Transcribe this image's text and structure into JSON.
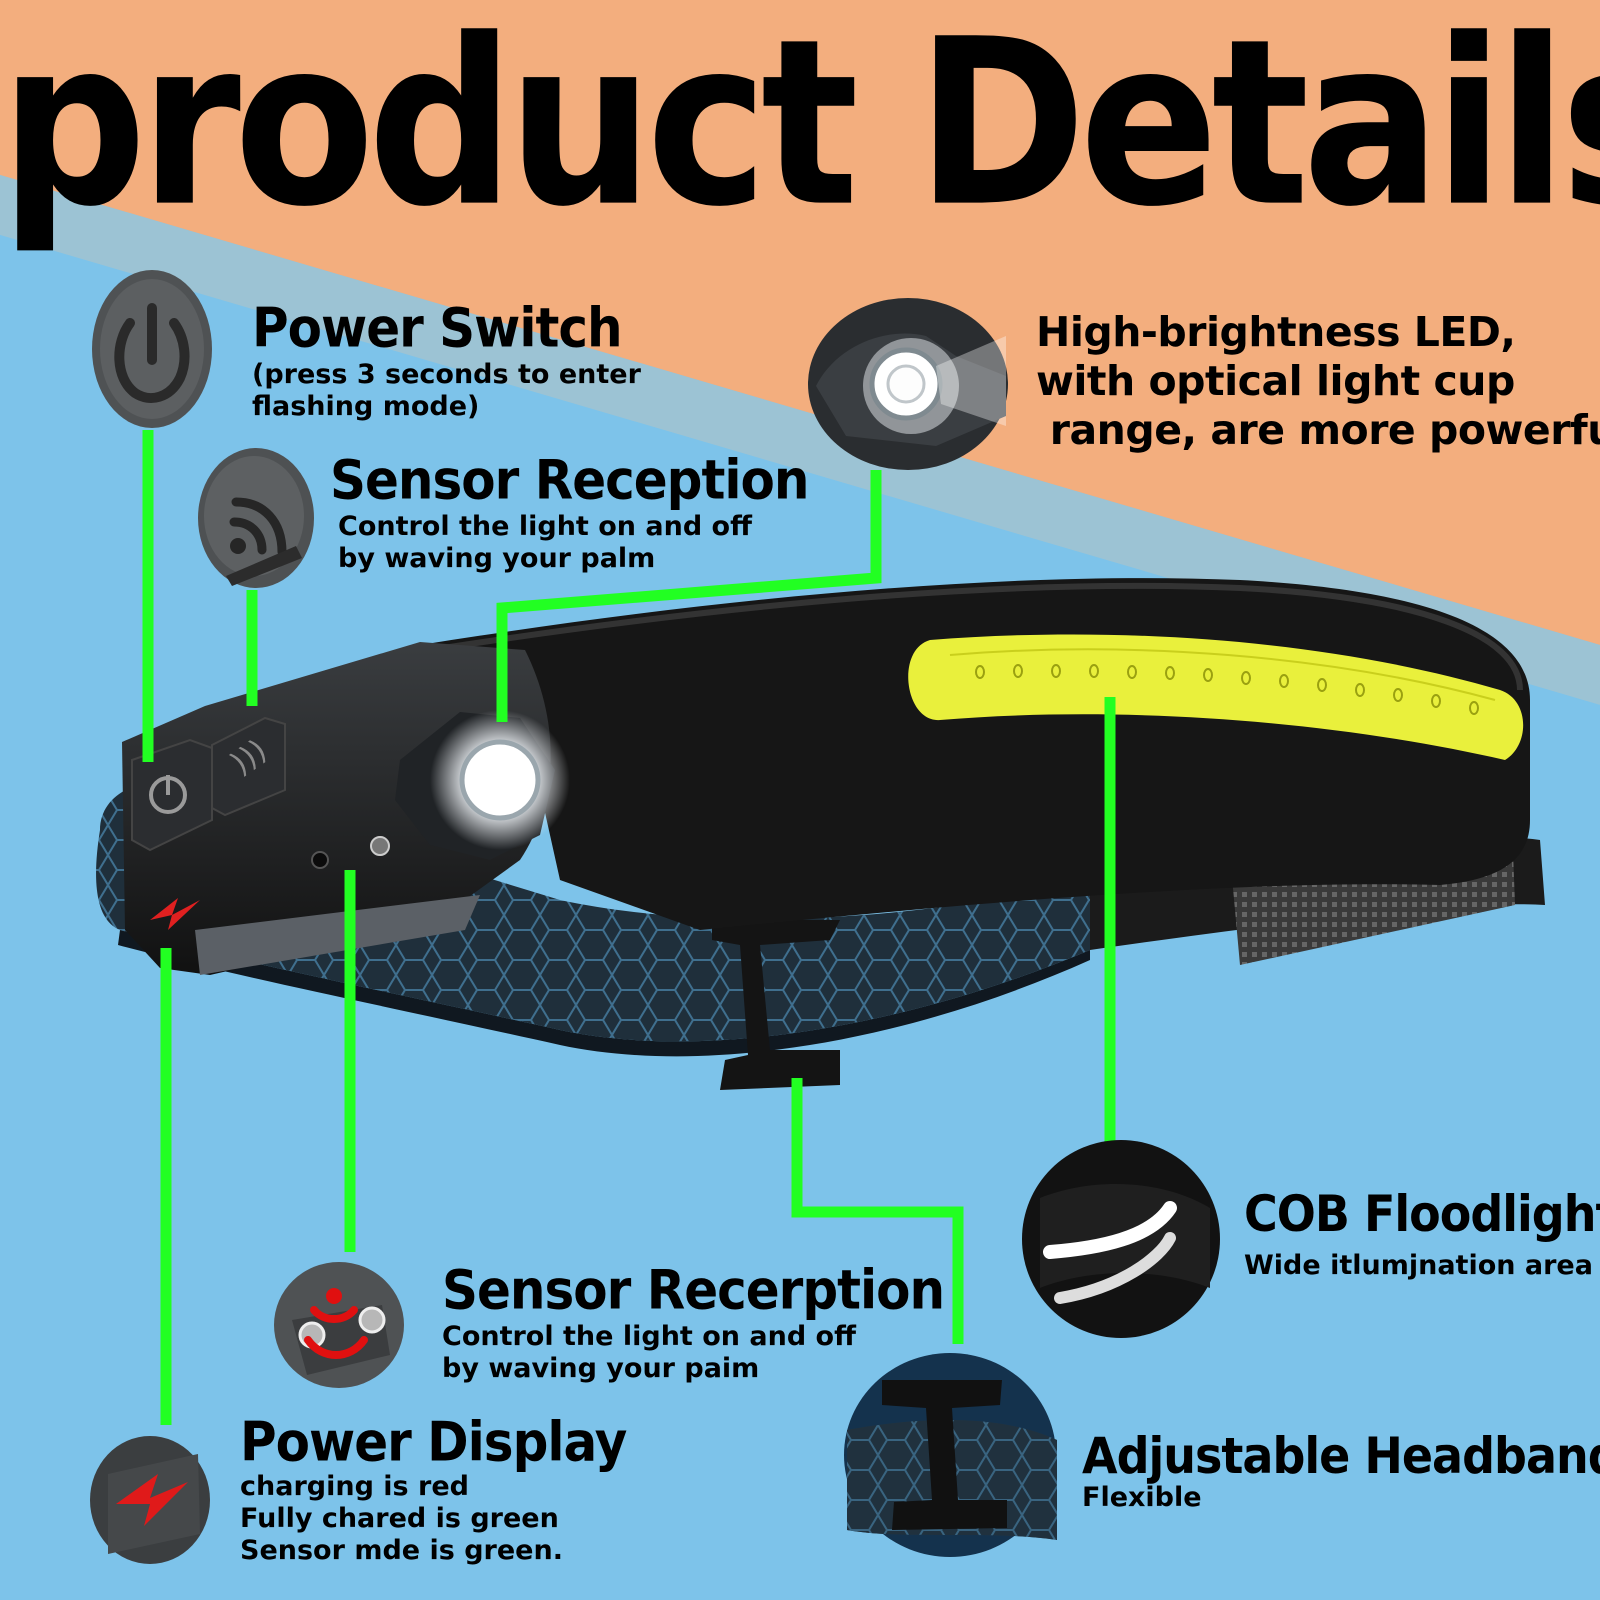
{
  "title": "product Details",
  "colors": {
    "peach": "#f3ae7e",
    "sky": "#7dc3ea",
    "band": "#9cc3d4",
    "leader": "#22ff22",
    "cob": "#e9f03c",
    "strap": "#223544"
  },
  "features": {
    "power_switch": {
      "heading": "Power Switch",
      "lines": [
        "(press 3 seconds to enter",
        "flashing mode)"
      ],
      "icon": "power-icon"
    },
    "sensor_reception": {
      "heading": "Sensor Reception",
      "lines": [
        "Control the light on and off",
        "by waving your palm"
      ],
      "icon": "wave-sensor-icon"
    },
    "led": {
      "lines": [
        "High-brightness LED,",
        "with optical light cup",
        " range, are more powerful."
      ],
      "icon": "led-lamp-icon"
    },
    "sensor_receiver": {
      "heading": "Sensor Recerption",
      "lines": [
        "Control the light on and off",
        "by waving your paim"
      ],
      "icon": "infrared-sensor-icon"
    },
    "cob": {
      "heading": "COB Floodlight",
      "lines": [
        "Wide itlumjnation area"
      ],
      "icon": "cob-floodlight-icon"
    },
    "power_display": {
      "heading": "Power Display",
      "lines": [
        "charging is red",
        "Fully chared is green",
        "Sensor mde is green."
      ],
      "icon": "charge-bolt-icon"
    },
    "headband": {
      "heading": "Adjustable Headband",
      "lines": [
        "Flexible"
      ],
      "icon": "buckle-icon"
    }
  }
}
